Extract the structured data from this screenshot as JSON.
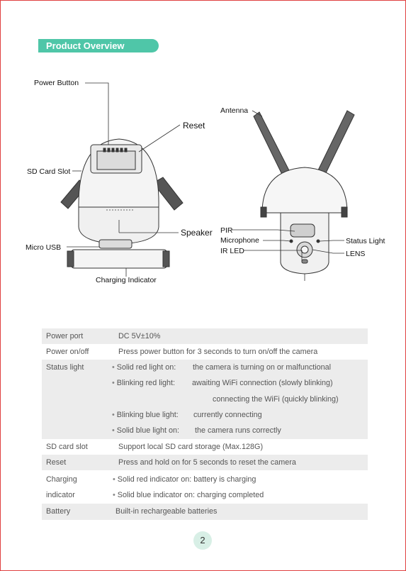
{
  "section_title": "Product Overview",
  "labels_left": {
    "power_button": "Power Button",
    "reset": "Reset",
    "sd_card_slot": "SD Card Slot",
    "speaker": "Speaker",
    "micro_usb": "Micro USB",
    "charging_indicator": "Charging Indicator"
  },
  "labels_right": {
    "antenna": "Antenna",
    "pir": "PIR",
    "microphone": "Microphone",
    "ir_led": "IR LED",
    "status_light": "Status Light",
    "lens": "LENS"
  },
  "specs": {
    "power_port": {
      "key": "Power port",
      "value": "DC 5V±10%"
    },
    "power_onoff": {
      "key": "Power on/off",
      "value": "Press power button for 3 seconds to turn on/off the camera"
    },
    "status_light": {
      "key": "Status light",
      "items": [
        {
          "label": "Solid red light on:",
          "desc": "the camera is turning on or malfunctional"
        },
        {
          "label": "Blinking red light:",
          "desc": "awaiting WiFi connection (slowly blinking)",
          "desc2": "connecting the WiFi (quickly blinking)"
        },
        {
          "label": "Blinking blue light:",
          "desc": "currently connecting"
        },
        {
          "label": "Solid blue light on:",
          "desc": "the camera runs correctly"
        }
      ]
    },
    "sd_card_slot": {
      "key": "SD card slot",
      "value": "Support local SD card storage (Max.128G)"
    },
    "reset": {
      "key": "Reset",
      "value": "Press and hold on for 5 seconds to reset the camera"
    },
    "charging": {
      "key1": "Charging",
      "key2": "indicator",
      "item1": "Solid red indicator on: battery is charging",
      "item2": "Solid blue indicator on: charging completed"
    },
    "battery": {
      "key": "Battery",
      "value": "Built-in rechargeable batteries"
    }
  },
  "page_number": "2",
  "colors": {
    "accent": "#4fc6a8",
    "row_shade": "#ececec",
    "border": "#e04040"
  }
}
